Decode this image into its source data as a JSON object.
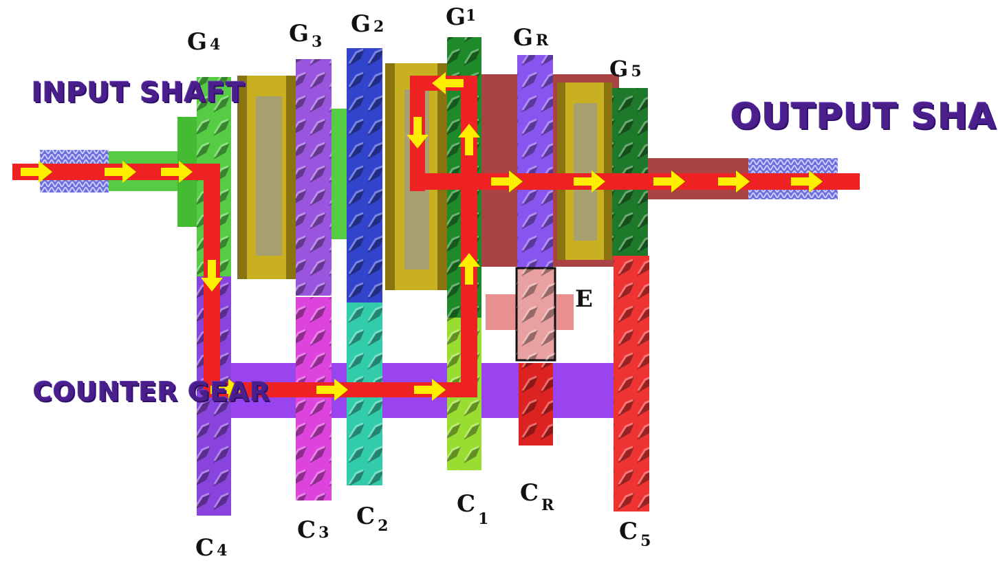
{
  "titles": {
    "input_shaft": "INPUT SHAFT",
    "output_shaft": "OUTPUT SHAFT",
    "counter_gear": "COUNTER GEAR"
  },
  "gear_labels": {
    "g4": {
      "main": "G",
      "sub": "4"
    },
    "g3": {
      "main": "G",
      "sub": "3"
    },
    "g2": {
      "main": "G",
      "sub": "2"
    },
    "g1": {
      "main": "G",
      "sub": "1"
    },
    "gr": {
      "main": "G",
      "sub": "R"
    },
    "g5": {
      "main": "G",
      "sub": "5"
    },
    "c4": {
      "main": "C",
      "sub": "4"
    },
    "c3": {
      "main": "C",
      "sub": "3"
    },
    "c2": {
      "main": "C",
      "sub": "2"
    },
    "c1": {
      "main": "C",
      "sub": "1"
    },
    "cr": {
      "main": "C",
      "sub": "R"
    },
    "c5": {
      "main": "C",
      "sub": "5"
    },
    "e": {
      "main": "E"
    }
  },
  "colors": {
    "power_flow": "#ee2222",
    "arrow": "#ffee00",
    "title": "#4a1f8c",
    "g4": "#55cc44",
    "g3": "#9955dd",
    "g2": "#3344cc",
    "g1": "#1f8a2a",
    "gr": "#8855ee",
    "g5": "#1e7a2a",
    "c4": "#8844dd",
    "c3": "#dd44dd",
    "c2": "#33ccaa",
    "c1": "#99dd33",
    "cr": "#dd2222",
    "c5": "#ee3333",
    "idler": "#e89090",
    "sync": "#c8b020",
    "counter_shaft": "#9944ee",
    "output_hub": "#aa4444"
  }
}
